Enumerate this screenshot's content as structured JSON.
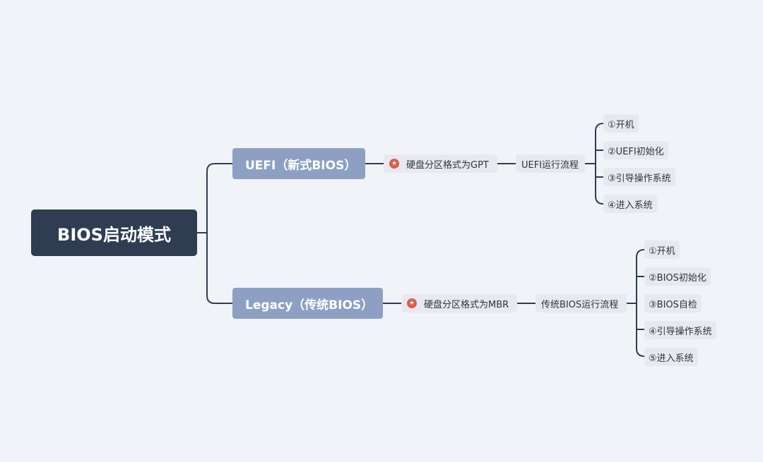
{
  "root": {
    "label": "BIOS启动模式"
  },
  "uefi": {
    "label": "UEFI（新式BIOS）",
    "marker": "★",
    "partition": "硬盘分区格式为GPT",
    "flow": "UEFI运行流程",
    "steps": [
      "①开机",
      "②UEFI初始化",
      "③引导操作系统",
      "④进入系统"
    ]
  },
  "legacy": {
    "label": "Legacy（传统BIOS）",
    "marker": "★",
    "partition": "硬盘分区格式为MBR",
    "flow": "传统BIOS运行流程",
    "steps": [
      "①开机",
      "②BIOS初始化",
      "③BIOS自检",
      "④引导操作系统",
      "⑤进入系统"
    ]
  },
  "colors": {
    "background": "#f0f4f9",
    "root": "#2f3c52",
    "main_branch": "#8da0c4",
    "tag": "#e6eaf0",
    "marker": "#e05a4b",
    "line": "#2f3c52"
  }
}
